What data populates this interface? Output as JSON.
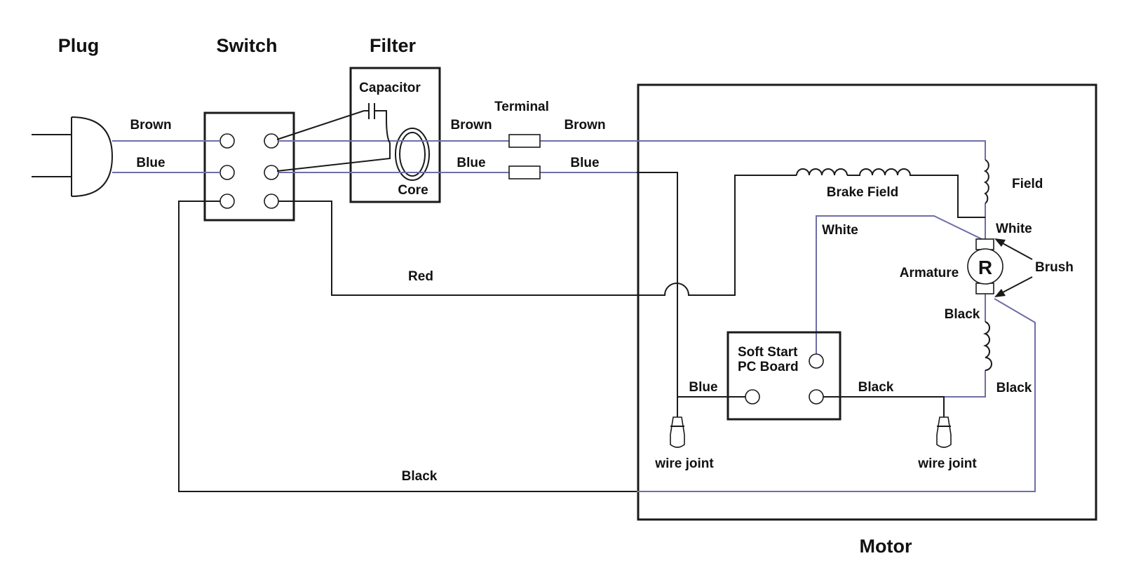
{
  "headers": {
    "plug": "Plug",
    "switch": "Switch",
    "filter": "Filter",
    "motor": "Motor"
  },
  "labels": {
    "capacitor": "Capacitor",
    "core": "Core",
    "terminal": "Terminal",
    "brown_plug": "Brown",
    "blue_plug": "Blue",
    "brown_filter": "Brown",
    "blue_filter": "Blue",
    "brown_motor": "Brown",
    "blue_motor": "Blue",
    "red": "Red",
    "black_bottom": "Black",
    "brake_field": "Brake Field",
    "field": "Field",
    "white_left": "White",
    "white_right": "White",
    "armature": "Armature",
    "armature_symbol": "R",
    "brush": "Brush",
    "black_armature": "Black",
    "black_right": "Black",
    "soft_start_line1": "Soft Start",
    "soft_start_line2": "PC Board",
    "blue_pcb": "Blue",
    "black_pcb": "Black",
    "wire_joint_left": "wire joint",
    "wire_joint_right": "wire joint"
  },
  "colors": {
    "wire_blue": "#6e6ea8",
    "wire_black": "#1a1a1a",
    "background": "#ffffff"
  }
}
